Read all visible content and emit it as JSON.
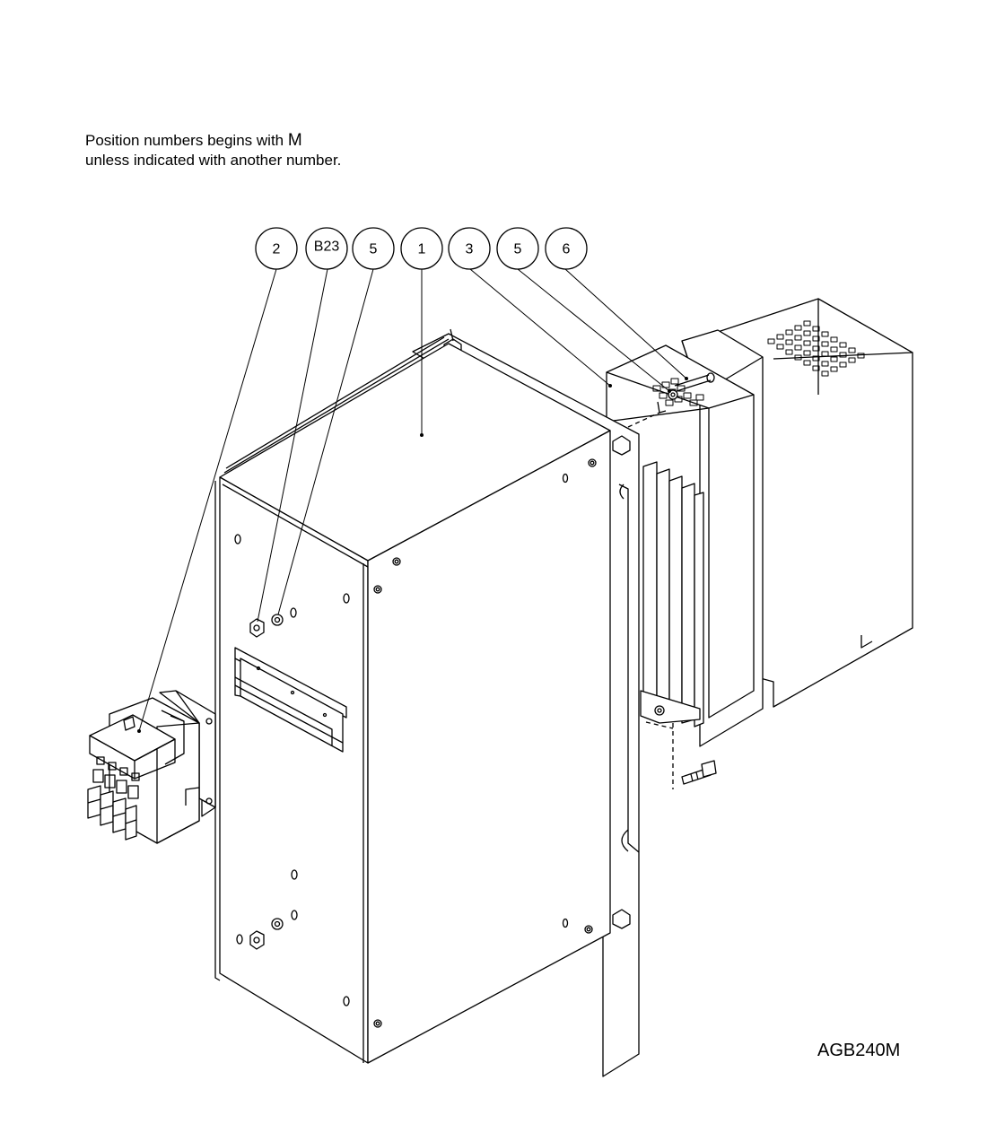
{
  "note": {
    "line1_text": "Position numbers begins with ",
    "line1_letter": "M",
    "line2": "unless indicated with another number."
  },
  "drawing_id": "AGB240M",
  "balloons": [
    {
      "label": "2",
      "part": "contactor"
    },
    {
      "label": "B23",
      "part": "cable-gland"
    },
    {
      "label": "5",
      "part": "front-washer"
    },
    {
      "label": "1",
      "part": "cabinet-housing"
    },
    {
      "label": "3",
      "part": "thyristor-heatsink-unit"
    },
    {
      "label": "5",
      "part": "rear-washer"
    },
    {
      "label": "6",
      "part": "screw"
    }
  ],
  "colors": {
    "line": "#000000",
    "background": "#ffffff"
  }
}
